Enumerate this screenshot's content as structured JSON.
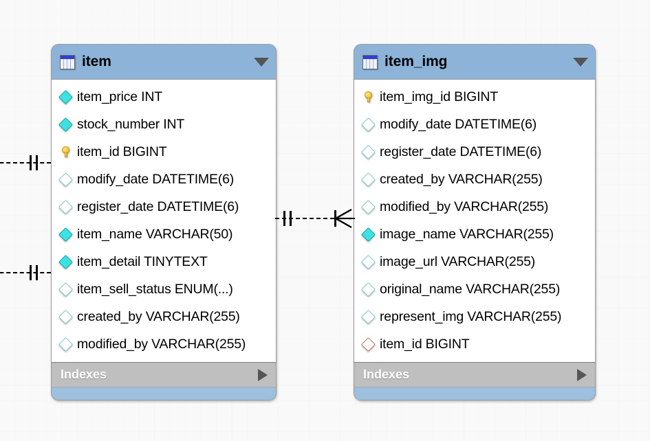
{
  "canvas": {
    "name": "eer-diagram-canvas",
    "grid": true,
    "background_color": "#fbfbfb",
    "grid_color": "#ececec"
  },
  "theme": {
    "header_blue": "#8db4d8",
    "body_blue": "#9cc0dd",
    "indexes_gray": "#bfbfbf",
    "column_bg": "#ffffff",
    "border_gray": "#9a9a9a",
    "notnull_diamond": "#3fe0e0",
    "nullable_diamond": "#ffffff",
    "fk_diamond_border": "#c4736a",
    "key_yellow": "#e8b41c",
    "text_color": "#000000"
  },
  "tables": [
    {
      "id": "item",
      "title": "item",
      "icon": "table-icon",
      "collapse_caret": "caret-down",
      "indexes_label": "Indexes",
      "indexes_caret": "caret-right",
      "columns": [
        {
          "name": "item_price",
          "type": "INT",
          "label": "item_price INT",
          "marker": "notnull"
        },
        {
          "name": "stock_number",
          "type": "INT",
          "label": "stock_number INT",
          "marker": "notnull"
        },
        {
          "name": "item_id",
          "type": "BIGINT",
          "label": "item_id BIGINT",
          "marker": "key"
        },
        {
          "name": "modify_date",
          "type": "DATETIME(6)",
          "label": "modify_date DATETIME(6)",
          "marker": "nullable"
        },
        {
          "name": "register_date",
          "type": "DATETIME(6)",
          "label": "register_date DATETIME(6)",
          "marker": "nullable"
        },
        {
          "name": "item_name",
          "type": "VARCHAR(50)",
          "label": "item_name VARCHAR(50)",
          "marker": "notnull"
        },
        {
          "name": "item_detail",
          "type": "TINYTEXT",
          "label": "item_detail TINYTEXT",
          "marker": "notnull"
        },
        {
          "name": "item_sell_status",
          "type": "ENUM(...)",
          "label": "item_sell_status ENUM(...)",
          "marker": "nullable"
        },
        {
          "name": "created_by",
          "type": "VARCHAR(255)",
          "label": "created_by VARCHAR(255)",
          "marker": "nullable"
        },
        {
          "name": "modified_by",
          "type": "VARCHAR(255)",
          "label": "modified_by VARCHAR(255)",
          "marker": "nullable"
        }
      ]
    },
    {
      "id": "item_img",
      "title": "item_img",
      "icon": "table-icon",
      "collapse_caret": "caret-down",
      "indexes_label": "Indexes",
      "indexes_caret": "caret-right",
      "columns": [
        {
          "name": "item_img_id",
          "type": "BIGINT",
          "label": "item_img_id BIGINT",
          "marker": "key"
        },
        {
          "name": "modify_date",
          "type": "DATETIME(6)",
          "label": "modify_date DATETIME(6)",
          "marker": "nullable"
        },
        {
          "name": "register_date",
          "type": "DATETIME(6)",
          "label": "register_date DATETIME(6)",
          "marker": "nullable"
        },
        {
          "name": "created_by",
          "type": "VARCHAR(255)",
          "label": "created_by VARCHAR(255)",
          "marker": "nullable"
        },
        {
          "name": "modified_by",
          "type": "VARCHAR(255)",
          "label": "modified_by VARCHAR(255)",
          "marker": "nullable"
        },
        {
          "name": "image_name",
          "type": "VARCHAR(255)",
          "label": "image_name VARCHAR(255)",
          "marker": "notnull"
        },
        {
          "name": "image_url",
          "type": "VARCHAR(255)",
          "label": "image_url VARCHAR(255)",
          "marker": "nullable"
        },
        {
          "name": "original_name",
          "type": "VARCHAR(255)",
          "label": "original_name VARCHAR(255)",
          "marker": "nullable"
        },
        {
          "name": "represent_img",
          "type": "VARCHAR(255)",
          "label": "represent_img VARCHAR(255)",
          "marker": "nullable"
        },
        {
          "name": "item_id",
          "type": "BIGINT",
          "label": "item_id BIGINT",
          "marker": "fk"
        }
      ]
    }
  ],
  "relationships": [
    {
      "id": "item-to-item_img",
      "from_table": "item",
      "to_table": "item_img",
      "style": "non-identifying-dashed",
      "from_cardinality": "one",
      "to_cardinality": "many"
    },
    {
      "id": "incoming-top",
      "from_table": "offscreen",
      "to_table": "item",
      "style": "non-identifying-dashed",
      "to_cardinality": "one"
    },
    {
      "id": "incoming-bottom",
      "from_table": "offscreen",
      "to_table": "item",
      "style": "non-identifying-dashed",
      "to_cardinality": "one"
    }
  ]
}
